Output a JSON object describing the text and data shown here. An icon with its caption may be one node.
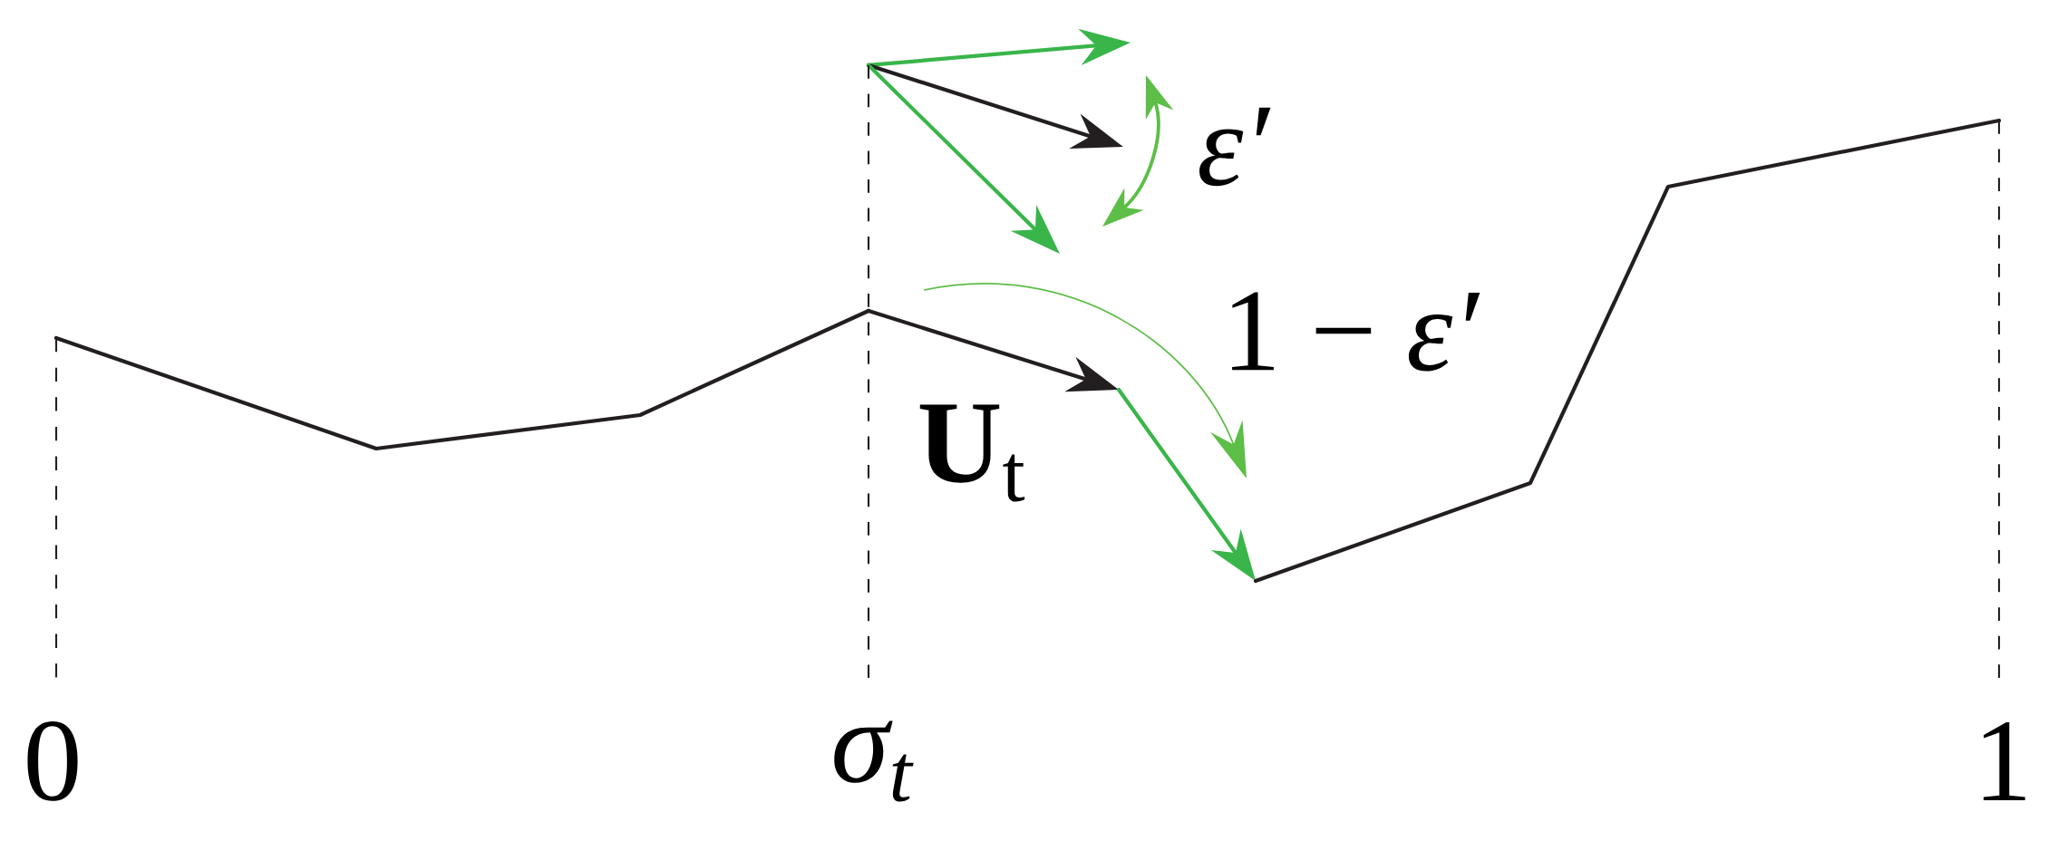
{
  "diagram": {
    "labels": [
      "ε′",
      "1 − *ε′*",
      "**U**$_{t}$",
      "0",
      "σ$_{t}$",
      "1"
    ]
  }
}
